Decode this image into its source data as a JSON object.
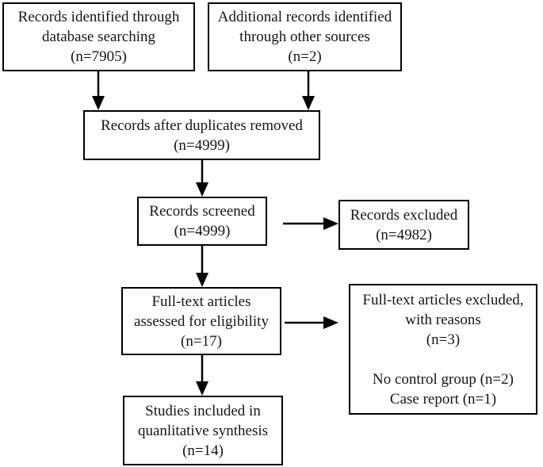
{
  "colors": {
    "background": "#ffffff",
    "box_border": "#000000",
    "text": "#161616",
    "arrow": "#000000"
  },
  "boxes": {
    "identified_database": {
      "text": "Records identified through\ndatabase searching\n(n=7905)",
      "n": 7905
    },
    "other_sources": {
      "text": "Additional records identified\nthrough other sources\n(n=2)",
      "n": 2
    },
    "duplicates_removed": {
      "text": "Records after duplicates removed\n(n=4999)",
      "n": 4999
    },
    "records_screened": {
      "text": "Records screened\n(n=4999)",
      "n": 4999
    },
    "records_excluded": {
      "text": "Records excluded\n(n=4982)",
      "n": 4982
    },
    "fulltext_assessed": {
      "text": "Full-text articles\nassessed for eligibility\n(n=17)",
      "n": 17
    },
    "fulltext_excluded": {
      "text": "Full-text articles excluded,\nwith reasons\n(n=3)\n\nNo control group (n=2)\nCase report (n=1)",
      "n": 3,
      "reasons": [
        {
          "label": "No control group",
          "n": 2
        },
        {
          "label": "Case report",
          "n": 1
        }
      ]
    },
    "studies_included": {
      "text": "Studies included in\nquanlitative synthesis\n(n=14)",
      "n": 14
    }
  }
}
